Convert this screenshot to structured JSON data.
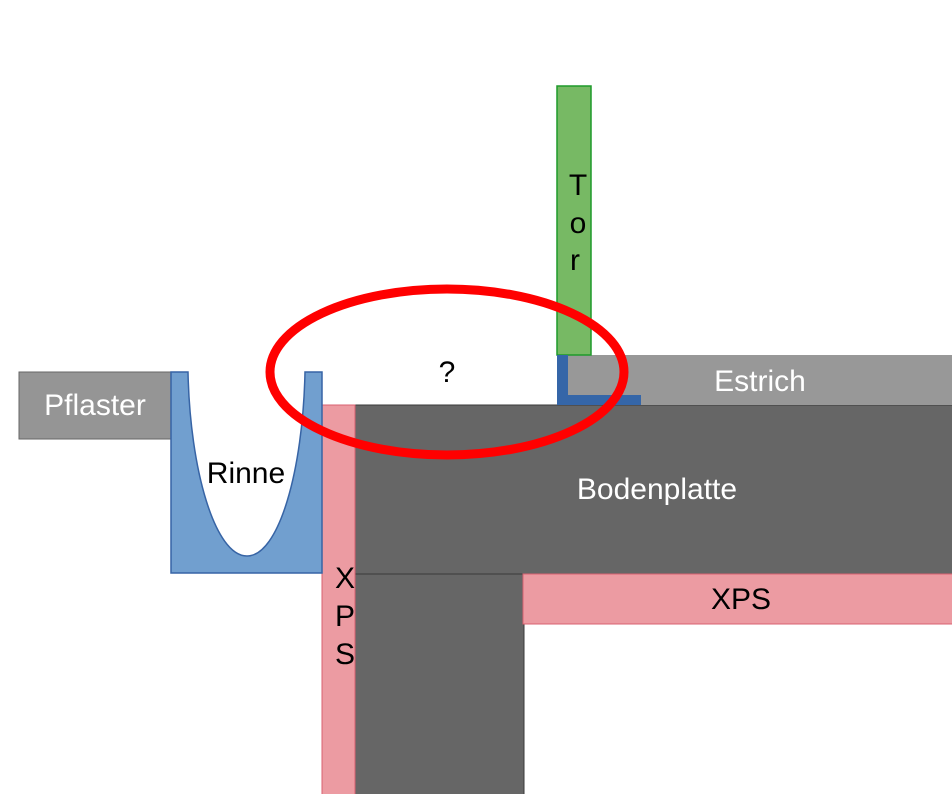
{
  "labels": {
    "pflaster": "Pflaster",
    "rinne": "Rinne",
    "question": "?",
    "tor": [
      "T",
      "o",
      "r"
    ],
    "estrich": "Estrich",
    "bodenplatte": "Bodenplatte",
    "xps_vertical": [
      "X",
      "P",
      "S"
    ],
    "xps_horizontal": "XPS"
  },
  "colors": {
    "pflaster": "#959595",
    "rinne": "#719fcf",
    "rinne_stroke": "#3764a5",
    "tor": "#77b964",
    "tor_stroke": "#1f9a2a",
    "estrich": "#989898",
    "bodenplatte": "#666666",
    "xps": "#ec9ba2",
    "xps_stroke": "#d86070",
    "bracket": "#3566a8",
    "highlight": "#ff0000"
  }
}
